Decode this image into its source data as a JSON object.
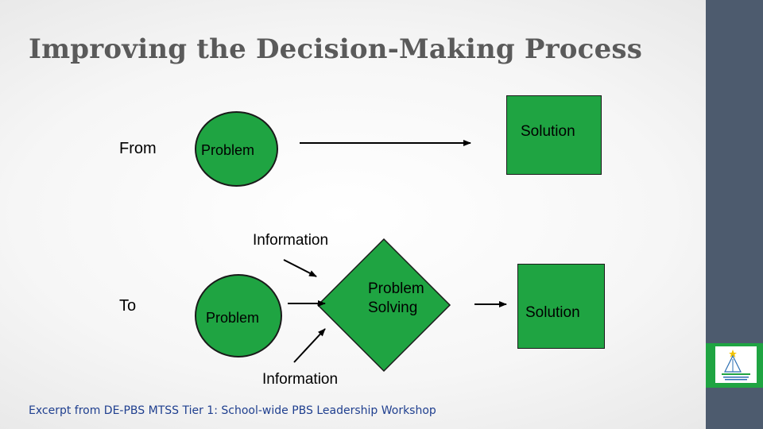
{
  "slide": {
    "title": "Improving the Decision-Making Process",
    "footer": "Excerpt from DE-PBS MTSS Tier 1: School-wide PBS Leadership Workshop"
  },
  "diagram": {
    "from_label": "From",
    "to_label": "To",
    "top_row": {
      "problem": "Problem",
      "solution": "Solution"
    },
    "bottom_row": {
      "problem": "Problem",
      "process": "Problem Solving",
      "process_line1": "Problem",
      "process_line2": "Solving",
      "solution": "Solution",
      "information_top": "Information",
      "information_bottom": "Information"
    }
  },
  "colors": {
    "shape_fill": "#1fa442",
    "sidebar": "#4d5b6e",
    "title": "#5a5a5a",
    "footer": "#1f3f8f"
  }
}
